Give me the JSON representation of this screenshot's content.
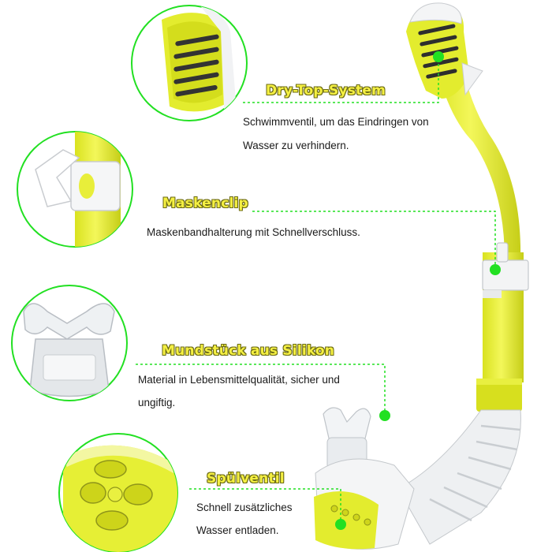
{
  "features": [
    {
      "title": "Dry-Top-System",
      "desc_lines": [
        "Schwimmventil, um das Eindringen von",
        "Wasser zu verhindern."
      ]
    },
    {
      "title": "Maskenclip",
      "desc_lines": [
        "Maskenbandhalterung mit Schnellverschluss."
      ]
    },
    {
      "title": "Mundstück aus Silikon",
      "desc_lines": [
        "Material in Lebensmittelqualität, sicher und",
        "ungiftig."
      ]
    },
    {
      "title": "Spülventil",
      "desc_lines": [
        "Schnell zusätzliches",
        "Wasser entladen."
      ]
    }
  ],
  "colors": {
    "tube_yellow": "#e8f03a",
    "tube_yellow_dark": "#c9d21a",
    "accent_green": "#22e022",
    "title_text": "#f5f042",
    "title_outline": "#6b6a14"
  }
}
